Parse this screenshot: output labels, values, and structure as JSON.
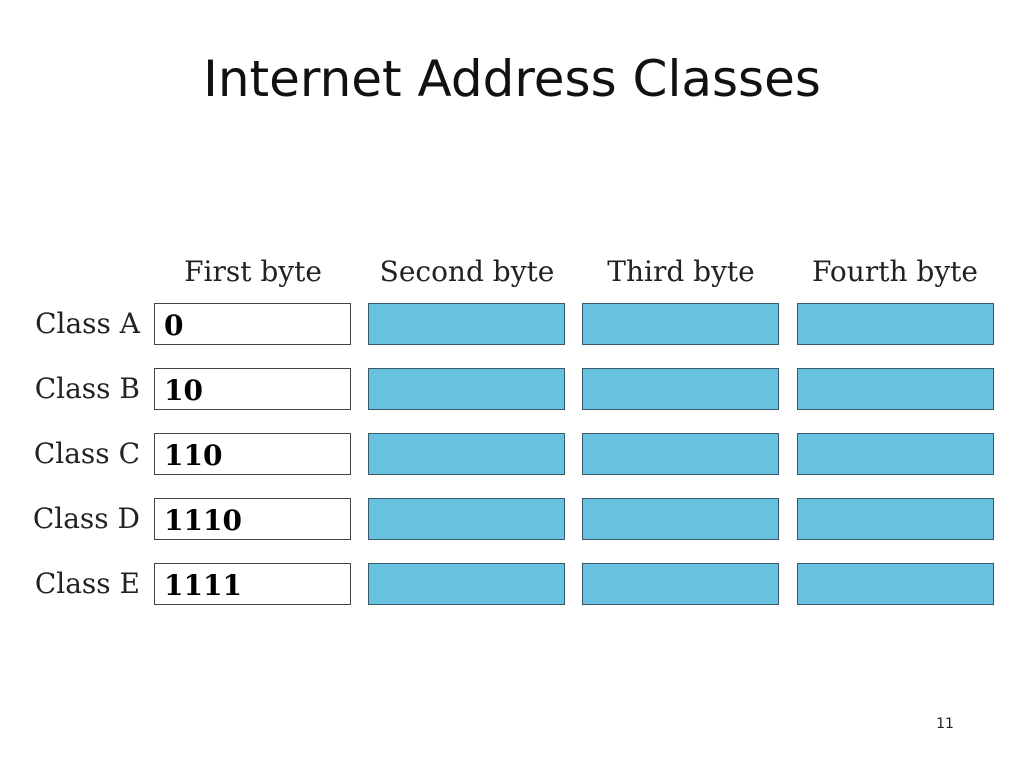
{
  "slide": {
    "title": "Internet Address Classes",
    "page_number": "11"
  },
  "diagram": {
    "column_headers": [
      "First byte",
      "Second byte",
      "Third byte",
      "Fourth byte"
    ],
    "rows": [
      {
        "label": "Class A",
        "prefix_bits": "0"
      },
      {
        "label": "Class B",
        "prefix_bits": "10"
      },
      {
        "label": "Class C",
        "prefix_bits": "110"
      },
      {
        "label": "Class D",
        "prefix_bits": "1110"
      },
      {
        "label": "Class E",
        "prefix_bits": "1111"
      }
    ],
    "colors": {
      "byte_fill": "#66c2de",
      "prefix_cell_fill": "#ffffff"
    }
  }
}
